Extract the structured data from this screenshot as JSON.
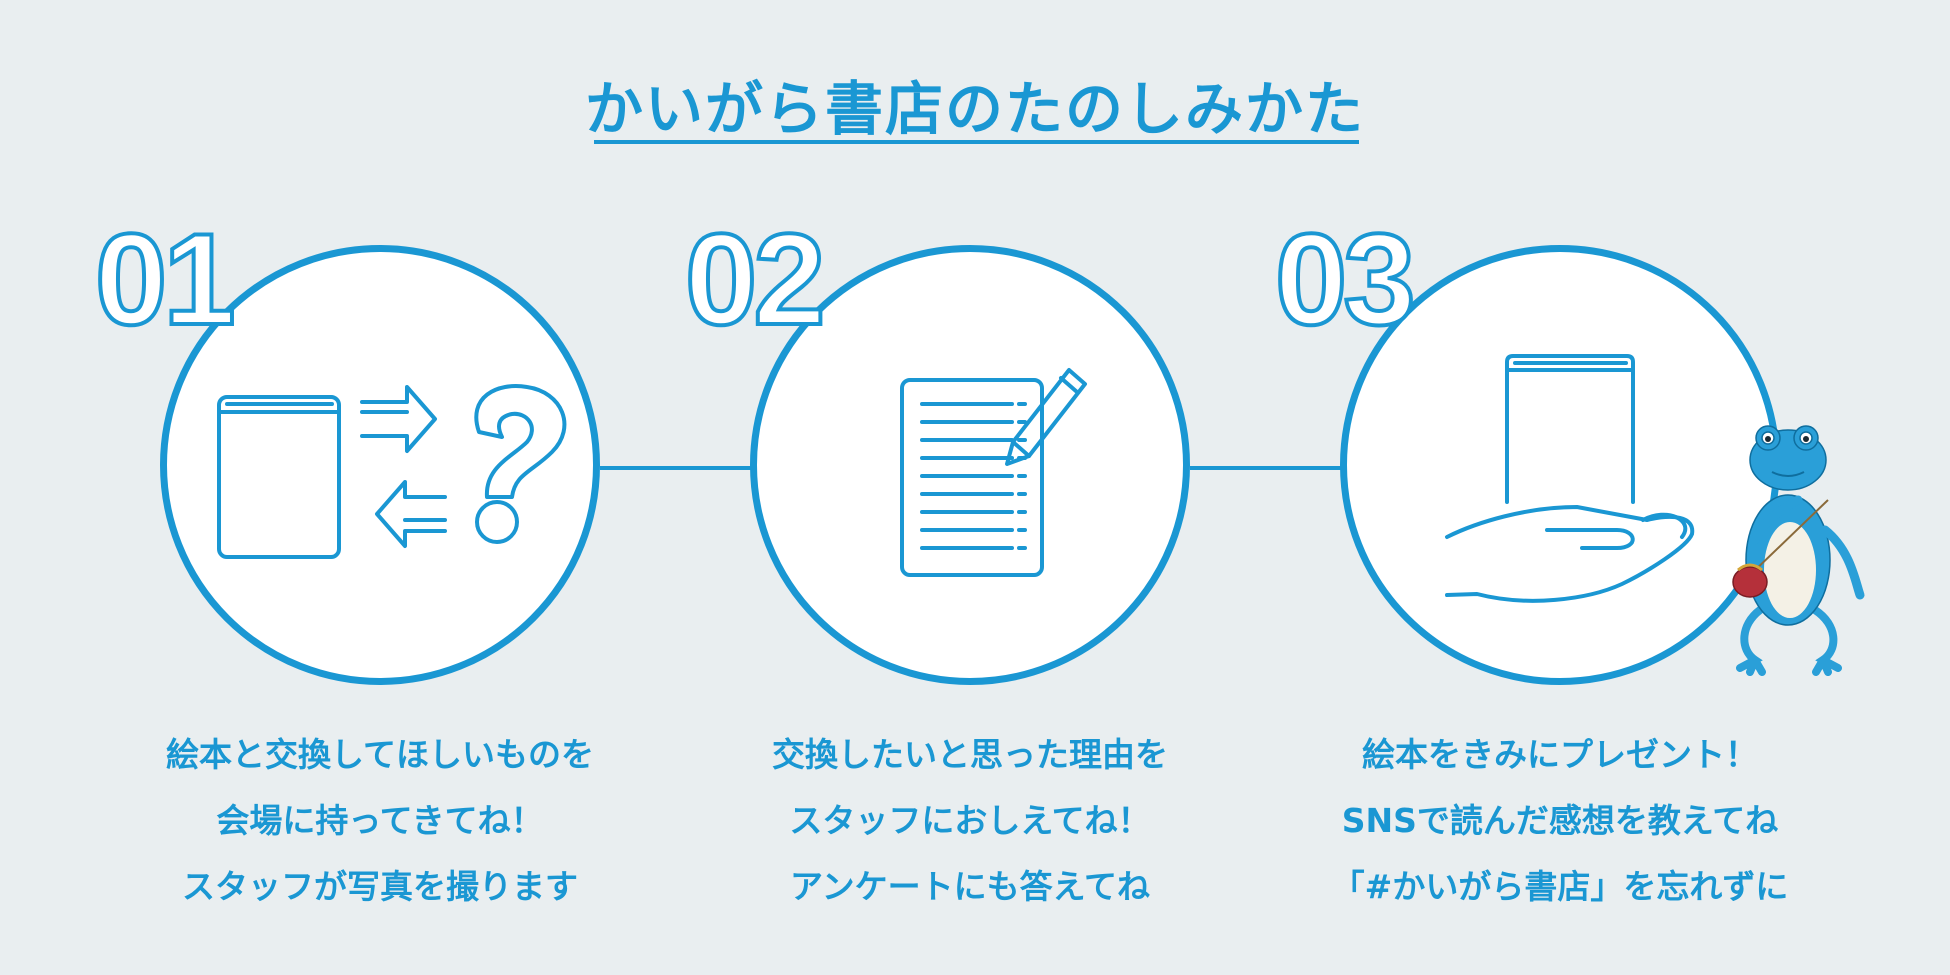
{
  "title": "かいがら書店のたのしみかた",
  "steps": [
    {
      "number": "01",
      "icon": "book-exchange-question-icon",
      "lines": [
        "絵本と交換してほしいものを",
        "会場に持ってきてね！",
        "スタッフが写真を撮ります"
      ]
    },
    {
      "number": "02",
      "icon": "document-pencil-icon",
      "lines": [
        "交換したいと思った理由を",
        "スタッフにおしえてね！",
        "アンケートにも答えてね"
      ]
    },
    {
      "number": "03",
      "icon": "book-on-hand-icon",
      "lines": [
        "絵本をきみにプレゼント！",
        "SNSで読んだ感想を教えてね",
        "「#かいがら書店」を忘れずに"
      ]
    }
  ],
  "mascot": "frog-mascot-illustration",
  "colors": {
    "accent": "#1a97d3",
    "background": "#e9eef0",
    "circle_fill": "#ffffff"
  }
}
